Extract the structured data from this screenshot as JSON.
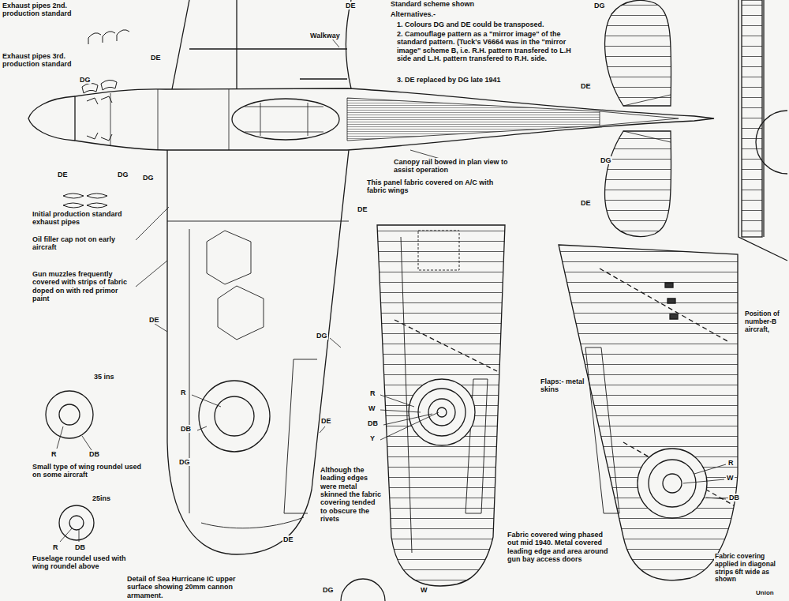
{
  "diagram": {
    "labels": [
      "Exhaust pipes 2nd. production standard",
      "Exhaust pipes 3rd. production standard",
      "DE",
      "DG",
      "DE",
      "DG",
      "DG",
      "Walkway",
      "DE",
      "Standard scheme shown",
      "Alternatives.-",
      "1. Colours DG and DE could be transposed.",
      "2. Camouflage pattern as a \"mirror image\" of the standard pattern. (Tuck's V6664 was in the \"mirror image\" scheme B, i.e. R.H. pattern transfered to L.H side and L.H. pattern transfered to R.H. side.",
      "3. DE replaced by DG late 1941",
      "DG",
      "DE",
      "DG",
      "DE",
      "Canopy rail bowed in plan view to assist operation",
      "This panel fabric covered on A/C with fabric wings",
      "DE",
      "Initial production standard exhaust pipes",
      "Oil filler cap not on early aircraft",
      "Gun muzzles frequently covered with strips of fabric doped on with red primor paint",
      "DE",
      "DG",
      "R",
      "DB",
      "DE",
      "DG",
      "DE",
      "35 ins",
      "R",
      "DB",
      "Small type of wing roundel used on some aircraft",
      "25ins",
      "R",
      "DB",
      "Fuselage roundel used with wing roundel above",
      "Detail of Sea Hurricane IC upper surface showing 20mm cannon armament.",
      "DG",
      "W",
      "Although the leading edges were metal skinned the fabric covering tended to obscure the rivets",
      "R",
      "W",
      "DB",
      "Y",
      "Flaps:- metal skins",
      "Fabric covered wing phased out mid 1940. Metal covered leading edge and area around gun bay access doors",
      "R",
      "W",
      "DB",
      "Fabric covering applied in diagonal strips 6ft wide as shown",
      "Position of number-B aircraft,",
      "Union"
    ]
  }
}
